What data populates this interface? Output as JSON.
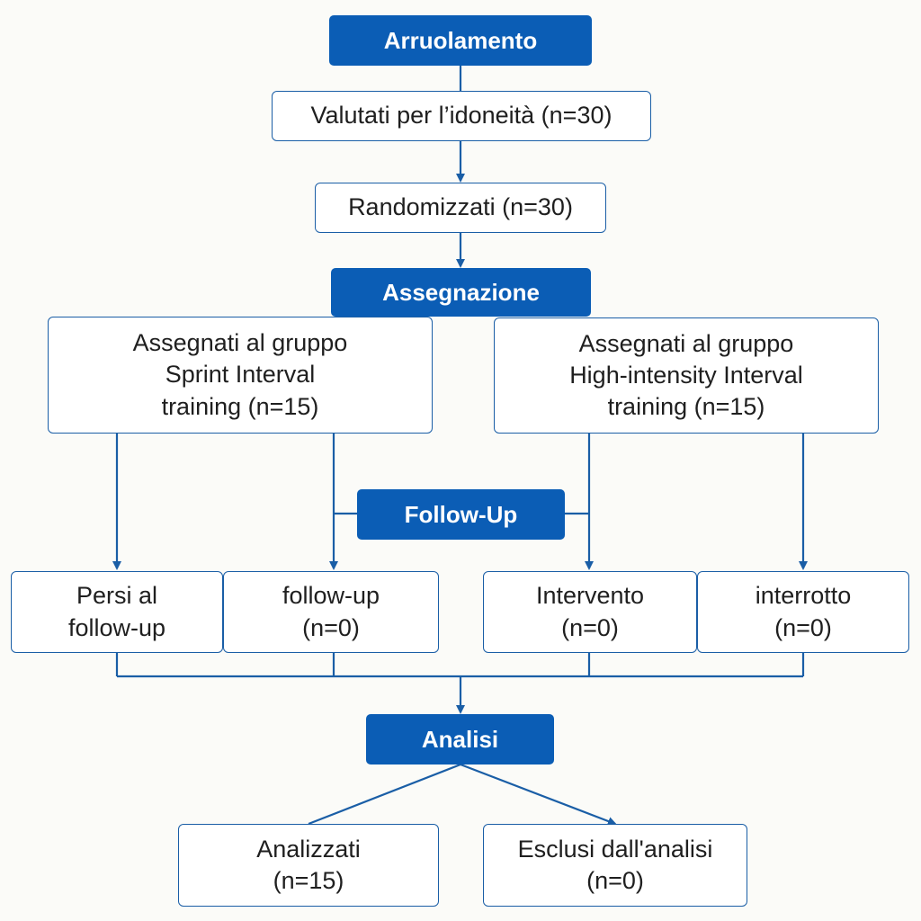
{
  "colors": {
    "accent": "#0b5db5",
    "border": "#1a5ea6",
    "background": "#fbfbf8"
  },
  "headers": {
    "enrollment": "Arruolamento",
    "allocation": "Assegnazione",
    "followup": "Follow-Up",
    "analysis": "Analisi"
  },
  "boxes": {
    "assessed": "Valutati per l’idoneità (n=30)",
    "randomized": "Randomizzati (n=30)",
    "group_sit": "Assegnati al gruppo\nSprint Interval\ntraining (n=15)",
    "group_hiit": "Assegnati al gruppo\nHigh-intensity Interval\ntraining (n=15)",
    "lost_followup": "Persi al\nfollow-up",
    "followup_count": "follow-up\n(n=0)",
    "intervention": "Intervento\n(n=0)",
    "discontinued": "interrotto\n(n=0)",
    "analyzed": "Analizzati\n(n=15)",
    "excluded": "Esclusi dall'analisi\n(n=0)"
  }
}
